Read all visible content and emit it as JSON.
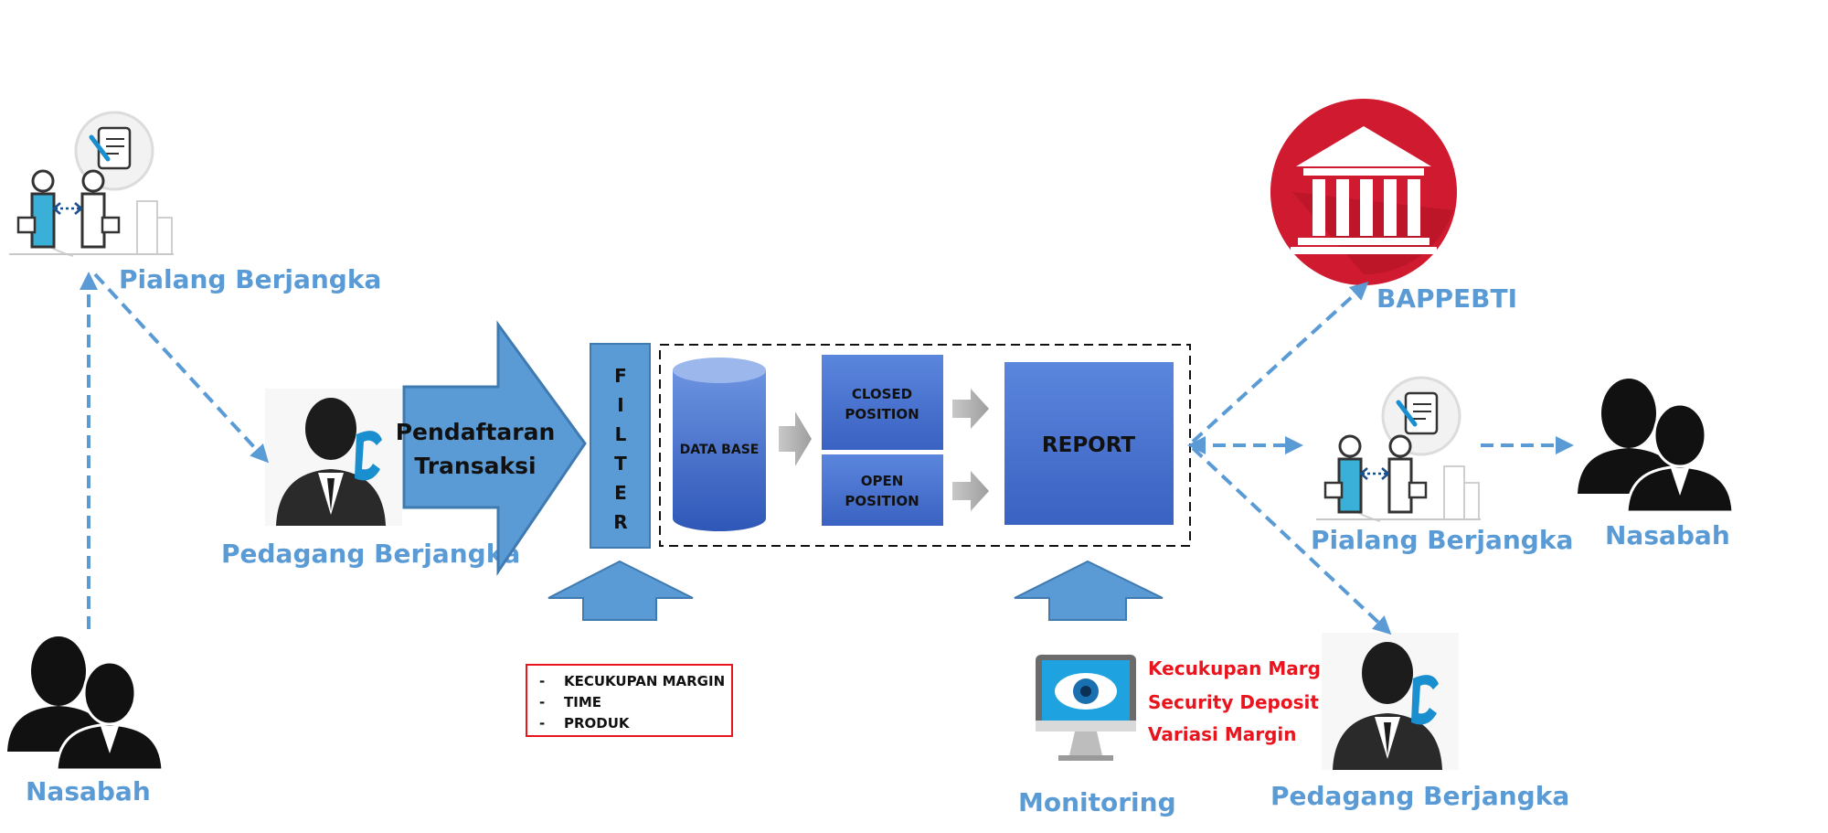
{
  "colors": {
    "label_blue": "#5b9bd5",
    "arrow_blue": "#5b9bd5",
    "box_blue": "#3f69c8",
    "box_blue_light": "#5b86dd",
    "filter_blue": "#5b9bd5",
    "red_text": "#e8141e",
    "bappebti_red": "#d01a30"
  },
  "labels": {
    "pialang_top": "Pialang Berjangka",
    "pedagang_left": "Pedagang Berjangka",
    "nasabah_left": "Nasabah",
    "bappebti": "BAPPEBTI",
    "pialang_right": "Pialang Berjangka",
    "nasabah_right": "Nasabah",
    "pedagang_right": "Pedagang Berjangka",
    "monitoring": "Monitoring"
  },
  "big_arrow": {
    "line1": "Pendaftaran",
    "line2": "Transaksi"
  },
  "filter": {
    "letters": [
      "F",
      "I",
      "L",
      "T",
      "E",
      "R"
    ]
  },
  "process": {
    "database": "DATA BASE",
    "closed": [
      "CLOSED",
      "POSITION"
    ],
    "open": [
      "OPEN",
      "POSITION"
    ],
    "report": "REPORT"
  },
  "filter_criteria": {
    "bullet": "-",
    "items": [
      "KECUKUPAN MARGIN",
      "TIME",
      "PRODUK"
    ]
  },
  "monitoring_items": [
    "Kecukupan Margin",
    "Security Deposit",
    "Variasi Margin"
  ],
  "icons": {
    "broker": "broker-handshake-icon",
    "trader": "trader-phone-icon",
    "customers": "customers-icon",
    "regulator": "regulator-building-icon",
    "monitor": "monitor-eye-icon"
  }
}
